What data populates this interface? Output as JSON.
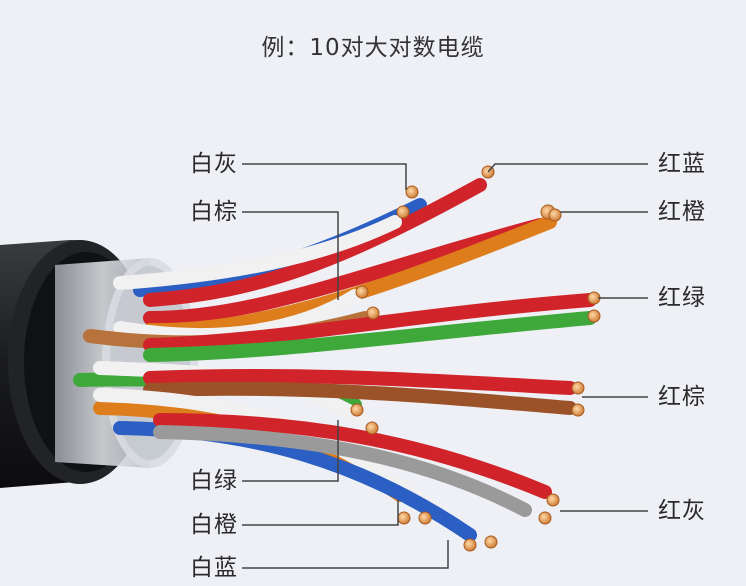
{
  "title": "例：10对大对数电缆",
  "labels_left": [
    "白灰",
    "白棕",
    "白绿",
    "白橙",
    "白蓝"
  ],
  "labels_right": [
    "红蓝",
    "红橙",
    "红绿",
    "红棕",
    "红灰"
  ],
  "colors": {
    "background": "#eef0f5",
    "jacket": "#1c1d20",
    "shield": "#c9ccd3",
    "copper": "#d98a3e",
    "red": "#d0242a",
    "blue": "#2c5fc4",
    "orange": "#de7d1c",
    "green": "#3fa83a",
    "brown": "#9b5228",
    "gray": "#9a9a9a",
    "white": "#f1f1f1"
  }
}
